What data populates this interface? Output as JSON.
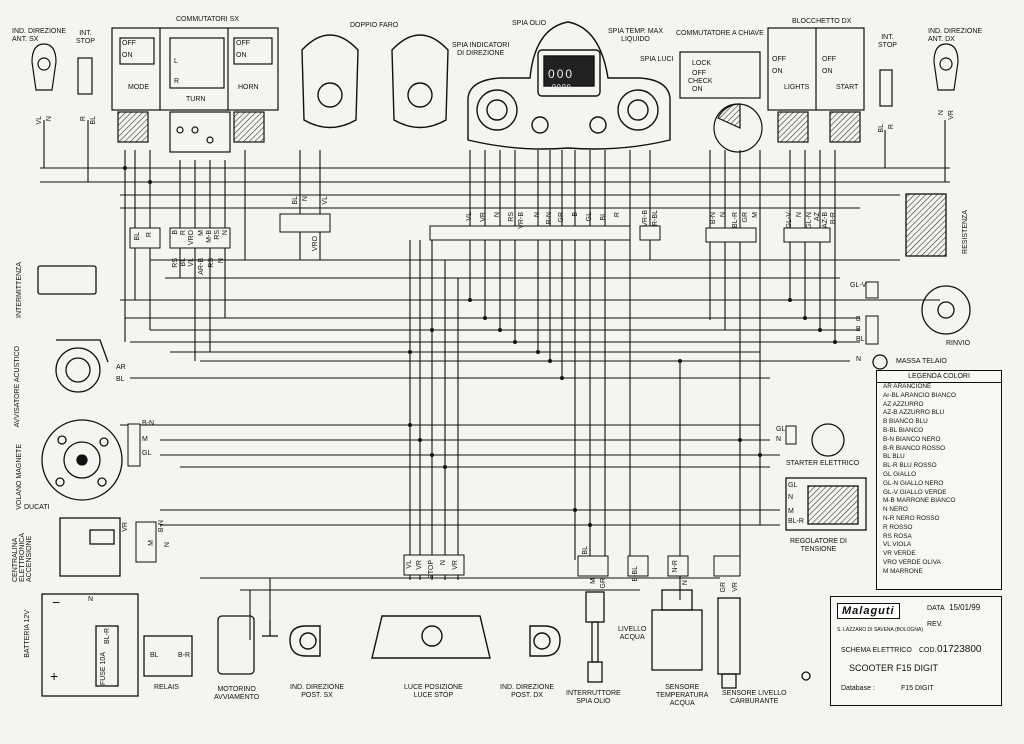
{
  "headings": {
    "commutatori_sx": "COMMUTATORI SX",
    "doppio_faro": "DOPPIO FARO",
    "spia_olio": "SPIA OLIO",
    "spia_indicatori": "SPIA INDICATORI\nDI DIREZIONE",
    "spia_temp": "SPIA TEMP. MAX\nLIQUIDO",
    "spia_luci": "SPIA LUCI",
    "commutatore_chiave": "COMMUTATORE A CHIAVE",
    "blocchetto_dx": "BLOCCHETTO DX",
    "ind_dir_ant_sx": "IND. DIREZIONE\nANT. SX",
    "ind_stop_l": "INT.\nSTOP",
    "ind_stop_r": "INT.\nSTOP",
    "ind_dir_ant_dx": "IND. DIREZIONE\nANT. DX"
  },
  "switch_labels": {
    "mode": "MODE",
    "turn": "TURN",
    "horn": "HORN",
    "lights": "LIGHTS",
    "start": "START",
    "off": "OFF",
    "on": "ON",
    "l": "L",
    "r": "R",
    "lock": "LOCK",
    "check": "CHECK"
  },
  "components": {
    "intermittenza": "INTERMITTENZA",
    "avvisatore": "AVVISATORE ACUSTICO",
    "volano": "VOLANO MAGNETE",
    "ducati": "DUCATI",
    "centralina": "CENTRALINA ELETTRONICA ACCENSIONE",
    "batteria": "BATTERIA 12V",
    "relais": "RELAIS",
    "motorino": "MOTORINO\nAVVIAMENTO",
    "ind_post_sx": "IND. DIREZIONE\nPOST. SX",
    "luce_posizione": "LUCE POSIZIONE\nLUCE STOP",
    "ind_post_dx": "IND. DIREZIONE\nPOST. DX",
    "interruttore_olio": "INTERRUTTORE\nSPIA OLIO",
    "sensore_temp": "SENSORE\nTEMPERATURA\nACQUA",
    "livello_acqua": "LIVELLO\nACQUA",
    "sensore_carb": "SENSORE LIVELLO\nCARBURANTE",
    "regolatore": "REGOLATORE DI\nTENSIONE",
    "starter": "STARTER ELETTRICO",
    "resistenza": "RESISTENZA",
    "rinvio": "RINVIO",
    "massa": "MASSA TELAIO",
    "fuse": "FUSE 10A"
  },
  "wire_codes": {
    "top_left": [
      "VL",
      "N",
      "R",
      "BL"
    ],
    "top_right": [
      "BL",
      "R",
      "N",
      "VR"
    ],
    "mid_left": [
      "BL",
      "R",
      "B",
      "R",
      "VRO",
      "M",
      "M-B",
      "RS",
      "N"
    ],
    "mid_left_b": [
      "RS",
      "BL",
      "VL",
      "AR-B",
      "RS",
      "N"
    ],
    "faro": [
      "BL",
      "N",
      "VRO",
      "VL"
    ],
    "center": [
      "VL",
      "VR",
      "N",
      "RS",
      "VR-B",
      "N",
      "R-N",
      "GR",
      "B",
      "GL",
      "BL",
      "R"
    ],
    "center2": [
      "VR-B",
      "R-BL"
    ],
    "right_group": [
      "B-N",
      "N",
      "BL-R",
      "GR",
      "M"
    ],
    "right_group2": [
      "GL-V",
      "N",
      "GL-N",
      "AZ",
      "AZ-B",
      "B-R"
    ],
    "gl_v": "GL-V",
    "rinvio": [
      "B",
      "B",
      "BL"
    ],
    "massa_n": "N",
    "avvisatore": [
      "AR",
      "BL"
    ],
    "volano": [
      "B-N",
      "M",
      "GL"
    ],
    "centralina": [
      "VR",
      "B-N",
      "M",
      "N"
    ],
    "starter": [
      "GL",
      "N"
    ],
    "regolatore": [
      "GL",
      "N",
      "M",
      "BL-R"
    ],
    "sensors": [
      "BL",
      "M",
      "GR",
      "B-BL",
      "N-R",
      "N",
      "GR",
      "VR"
    ],
    "luce": [
      "VL",
      "VR",
      "STOP",
      "N",
      "VR"
    ],
    "relais": [
      "BL",
      "B-R",
      "BL-R",
      "N"
    ],
    "batteria_plus": "+",
    "batteria_minus": "−",
    "dial": [
      "0",
      "0",
      "0",
      "0",
      "0",
      "0",
      "0"
    ]
  },
  "legend": {
    "title": "LEGENDA COLORI",
    "rows": [
      "AR  ARANCIONE",
      "Ar-BL  ARANCIO BIANCO",
      "AZ  AZZURRO",
      "AZ-B  AZZURRO  BLU",
      "B  BIANCO  BLU",
      "B-BL  BIANCO",
      "B-N  BIANCO  NERO",
      "B-R  BIANCO  ROSSO",
      "BL  BLU",
      "BL-R  BLU  ROSSO",
      "GL  GIALLO",
      "GL-N  GIALLO  NERO",
      "GL-V  GIALLO  VERDE",
      "M-B  MARRONE  BIANCO",
      "N  NERO",
      "N-R  NERO  ROSSO",
      "R  ROSSO",
      "RS  ROSA",
      "VL  VIOLA",
      "VR  VERDE",
      "VRO  VERDE  OLIVA",
      "M  MARRONE"
    ]
  },
  "title_block": {
    "logo": "Malaguti",
    "data_label": "DATA",
    "data": "15/01/99",
    "rev_label": "REV.",
    "address": "S. LAZZARO di SAVENA (BOLOGNA)",
    "schema": "SCHEMA ELETTRICO",
    "cod_label": "cod.",
    "code": "01723800",
    "model": "SCOOTER  F15 DIGIT",
    "database_label": "Database :",
    "database": "F15 DIGIT"
  },
  "colors": {
    "ink": "#111111",
    "paper": "#f4f4f0",
    "hatch": "#333333"
  }
}
